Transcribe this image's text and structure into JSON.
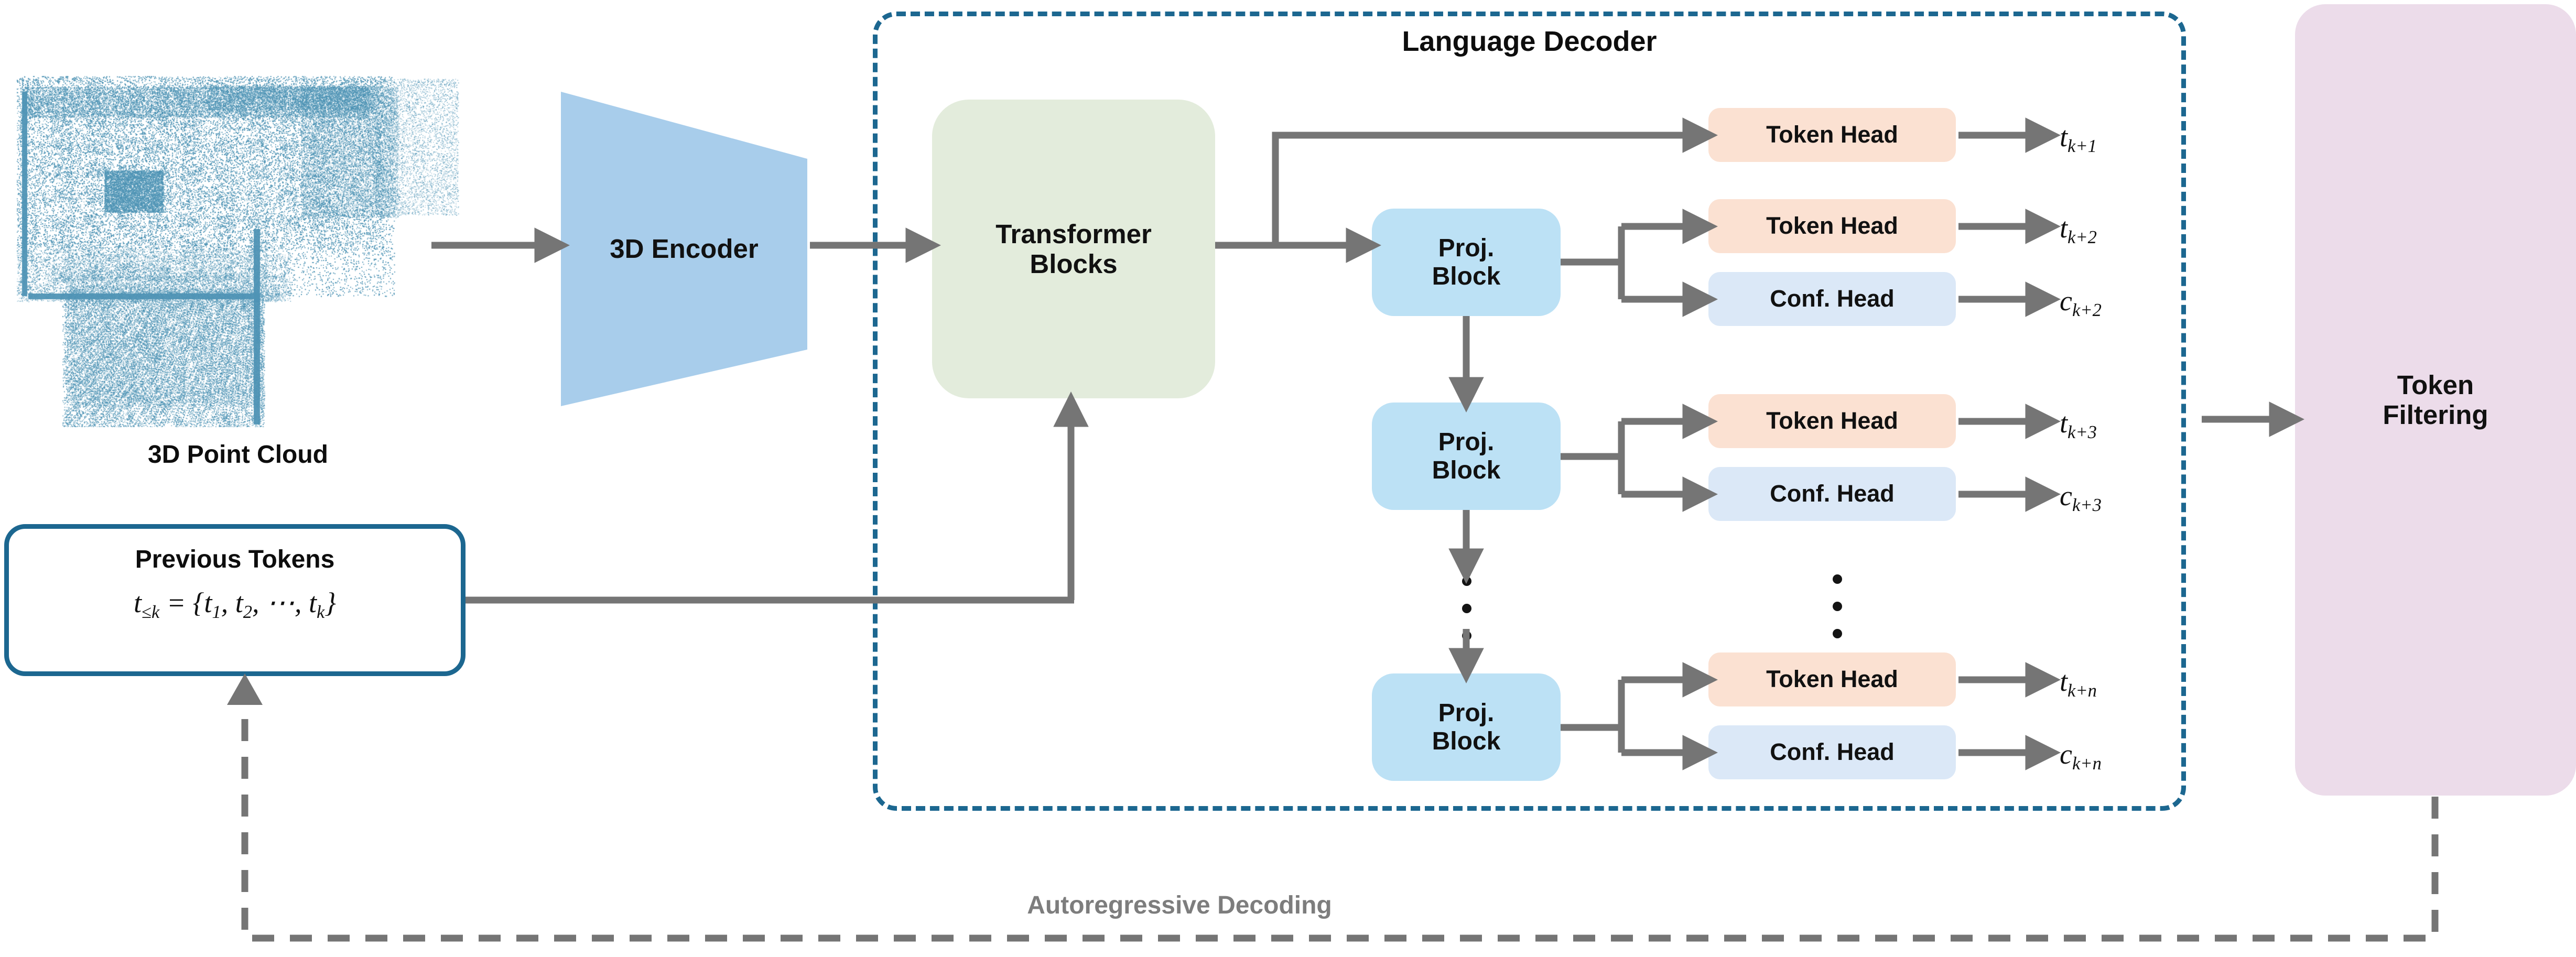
{
  "figure": {
    "pointcloud_caption": "3D Point Cloud",
    "encoder_label": "3D Encoder",
    "decoder_title": "Language Decoder",
    "transformer_label": "Transformer\nBlocks",
    "token_filtering_label": "Token\nFiltering",
    "autoregressive_caption": "Autoregressive Decoding",
    "ellipsis_glyph": "⋮"
  },
  "previous_tokens": {
    "title": "Previous Tokens",
    "formula_lhs": "t",
    "formula_lhs_sub": "≤k",
    "formula_rhs": " = {t",
    "formula_full": "t≤k = {t1, t2, ⋯, tk}"
  },
  "proj_blocks": [
    {
      "label": "Proj.\nBlock",
      "name": "proj-block-1"
    },
    {
      "label": "Proj.\nBlock",
      "name": "proj-block-2"
    },
    {
      "label": "Proj.\nBlock",
      "name": "proj-block-n"
    }
  ],
  "heads": [
    {
      "type": "token",
      "label": "Token Head",
      "out_var": "t",
      "out_sub": "k+1"
    },
    {
      "type": "token",
      "label": "Token Head",
      "out_var": "t",
      "out_sub": "k+2"
    },
    {
      "type": "conf",
      "label": "Conf. Head",
      "out_var": "c",
      "out_sub": "k+2"
    },
    {
      "type": "token",
      "label": "Token Head",
      "out_var": "t",
      "out_sub": "k+3"
    },
    {
      "type": "conf",
      "label": "Conf. Head",
      "out_var": "c",
      "out_sub": "k+3"
    },
    {
      "type": "token",
      "label": "Token Head",
      "out_var": "t",
      "out_sub": "k+n"
    },
    {
      "type": "conf",
      "label": "Conf. Head",
      "out_var": "c",
      "out_sub": "k+n"
    }
  ],
  "colors": {
    "encoder_fill": "#a8cdeb",
    "transformer_fill": "#e3ecdc",
    "proj_fill": "#bce1f5",
    "token_head_fill": "#fbe1d2",
    "conf_head_fill": "#dbe8f7",
    "token_filtering_fill": "#ecdcea",
    "decoder_border": "#1c6790",
    "prev_tokens_border": "#1c6790",
    "arrow": "#757575",
    "pointcloud": "#4f94b5",
    "caption_gray": "#7d7d7d"
  }
}
